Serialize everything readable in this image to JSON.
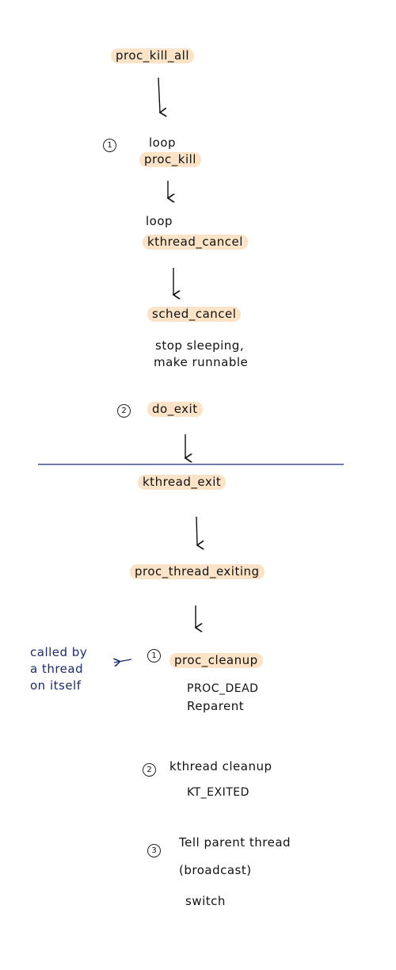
{
  "nodes": {
    "proc_kill_all": "proc_kill_all",
    "proc_kill": "proc_kill",
    "kthread_cancel": "kthread_cancel",
    "sched_cancel": "sched_cancel",
    "do_exit": "do_exit",
    "kthread_exit": "kthread_exit",
    "proc_thread_exiting": "proc_thread_exiting",
    "proc_cleanup": "proc_cleanup",
    "kthread_cleanup": "kthread cleanup"
  },
  "labels": {
    "loop1": "loop",
    "loop2": "loop",
    "stop_sleeping": "stop sleeping,",
    "make_runnable": "make runnable",
    "proc_dead": "PROC_DEAD",
    "reparent": "Reparent",
    "kt_exited": "KT_EXITED",
    "tell_parent": "Tell parent thread",
    "broadcast": "(broadcast)",
    "switch": "switch"
  },
  "numbers": {
    "n1a": "1",
    "n2a": "2",
    "n1b": "1",
    "n2b": "2",
    "n3": "3"
  },
  "annotation": {
    "line1": "called by",
    "line2": "a thread",
    "line3": "on itself"
  },
  "colors": {
    "highlight": "#fbe3c7",
    "annotation": "#1a2c6e",
    "divider": "#1a2c6e"
  }
}
